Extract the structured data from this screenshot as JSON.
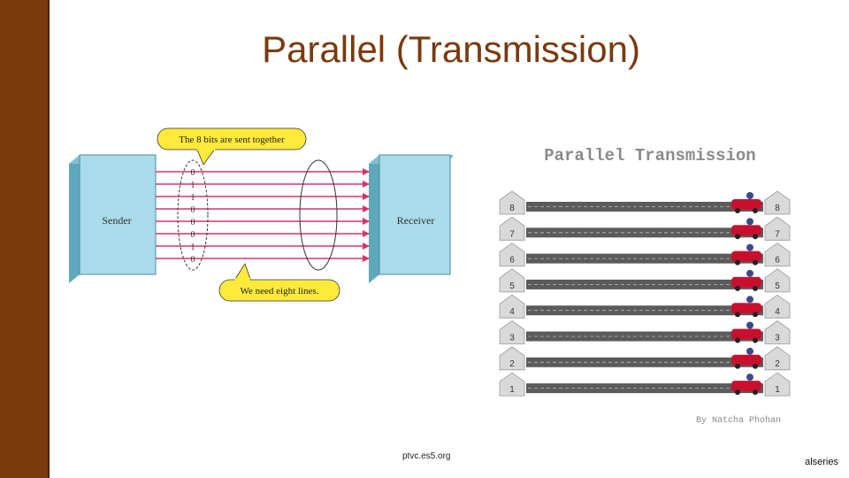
{
  "slide": {
    "title": "Parallel (Transmission)",
    "footer_left": "ptvc.es5.org",
    "footer_right": "alseries"
  },
  "left_diagram": {
    "callout_top": "The 8 bits are sent together",
    "callout_bottom": "We need eight lines.",
    "sender_label": "Sender",
    "receiver_label": "Receiver",
    "bits": [
      "0",
      "1",
      "1",
      "0",
      "0",
      "0",
      "1",
      "0"
    ],
    "colors": {
      "box": "#a9dbea",
      "box_dark": "#5fa7bd",
      "line": "#d6336c",
      "callout": "#ffe93b"
    }
  },
  "right_diagram": {
    "title": "Parallel Transmission",
    "credit": "By Natcha Phohan",
    "lane_numbers": [
      "8",
      "7",
      "6",
      "5",
      "4",
      "3",
      "2",
      "1"
    ],
    "colors": {
      "title": "#8a8a8a",
      "road": "#5b5b5b",
      "car": "#c8102e",
      "house": "#d9d9d9"
    }
  }
}
